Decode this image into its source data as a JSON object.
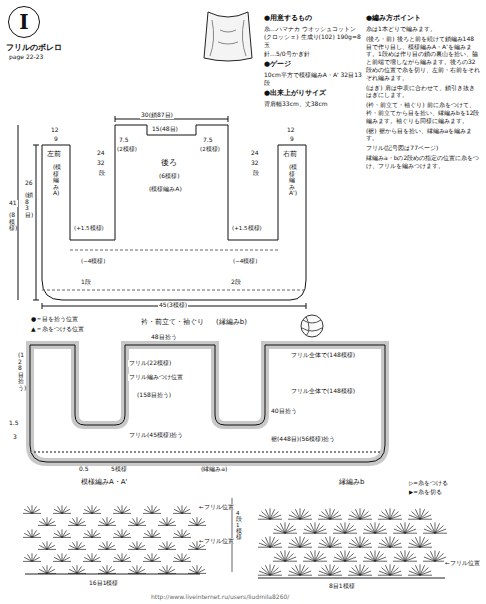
{
  "diagram": {
    "title": "フリルのボレロ",
    "nodes": [
      {
        "text": [
          "I"
        ]
      }
    ],
    "labels": [
      "page 22-23",
      "●用意するもの",
      "糸…ハマナカ ウオッシュコットン(クロッシェ) 生成り(102) 190g=8玉",
      "針…5/0号かぎ針",
      "●ゲージ",
      "10cm平方で模様編みA・A' 32目13段",
      "●出来上がりサイズ",
      "背肩幅33cm、丈38cm",
      "●編み方ポイント",
      "糸は1本どりで編みます。",
      "(後ろ・前) 後ろと前を続けて鎖編み148目で作り目し、模様編みA・A'を編みます。1段めは作り目の鎖の裏山を拾い、脇と前端で増しながら編みます。後ろの32段めの位置で糸を切り、左前・右前をそれぞれ編みます。",
      "(はぎ) 肩は中表に合わせて、鎖引き抜きはぎにします。",
      "(衿・前立て・袖ぐり) 前に糸をつけて、衿・前立てから目を拾い、縁編みbを12段編みます。袖ぐりも同様に編みます。",
      "(裾) 裾から目を拾い、縁編みaを編みます。",
      "フリル(記号図は77ページ)",
      "縁編みa・bの2段めの指定の位置に糸をつけ、フリルを編みつけます。",
      "30(鎖87目)",
      "7.5",
      "(2模様)",
      "15(48目)",
      "7.5",
      "(2模様)",
      "後ろ",
      "(6模様)",
      "(模様編みA)",
      "左前",
      "(模様編みA)",
      "右前",
      "(模様編みA')",
      "12",
      "9",
      "12",
      "9",
      "24",
      "32",
      "段",
      "24",
      "32",
      "段",
      "(+1.5模様)",
      "(+1.5模様)",
      "26",
      "(鎖83目)",
      "41",
      "(8模様)",
      "1段",
      "2段",
      "45(3模様)",
      "(−4模様)",
      "(−4模様)",
      "●＝目を拾う位置",
      "▲＝糸をつける位置",
      "衿・前立て・袖ぐり",
      "(縁編みb)",
      "48目拾う",
      "フリル(22模様)",
      "フリル編みつけ位置",
      "(158目拾う)",
      "フリル(45模様)拾う",
      "40目拾う",
      "フリル全体で(148模様)",
      "フリル全体で(148模様)",
      "(128目拾う)",
      "裾(448目)(56模様)拾う",
      "(縁編みa)",
      "0.5",
      "1.5",
      "3",
      "5模様",
      "模様編みA・A'",
      "縁編みb",
      "←フリル位置",
      "←フリル位置",
      "4段1模様",
      "16目1模様",
      "8目1模様",
      "▷=糸をつける",
      "▶=糸を切る",
      "←フリル位置",
      "http://www.liveinternet.ru/users/liudmila8260/"
    ]
  }
}
